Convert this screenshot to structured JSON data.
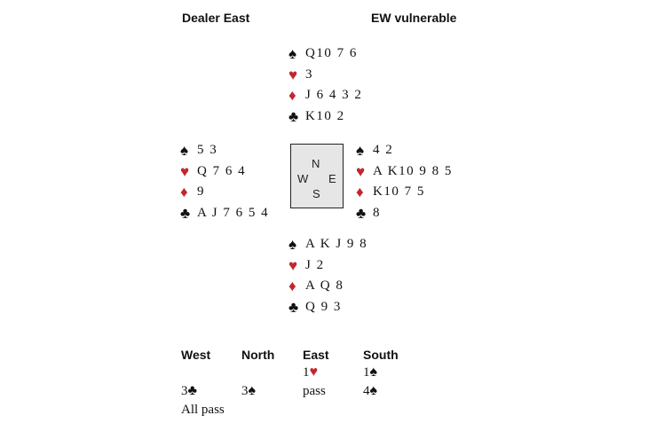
{
  "header": {
    "dealer": "Dealer East",
    "vulnerability": "EW vulnerable"
  },
  "compass": {
    "north": "N",
    "west": "W",
    "east": "E",
    "south": "S"
  },
  "suit_glyphs": {
    "spades": "♠",
    "hearts": "♥",
    "diamonds": "♦",
    "clubs": "♣"
  },
  "colors": {
    "black_suits": "#111111",
    "red_suits": "#c0272d",
    "table": "#e6e6e6"
  },
  "hands": {
    "north": {
      "spades": "Q10 7  6",
      "hearts": "3",
      "diamonds": "J  6  4  3  2",
      "clubs": "K10 2"
    },
    "west": {
      "spades": "5  3",
      "hearts": "Q 7  6  4",
      "diamonds": "9",
      "clubs": "A J  7  6 5 4"
    },
    "east": {
      "spades": "4  2",
      "hearts": "A K10 9  8 5",
      "diamonds": "K10 7  5",
      "clubs": "8"
    },
    "south": {
      "spades": "A K J  9  8",
      "hearts": "J  2",
      "diamonds": "A Q  8",
      "clubs": "Q  9  3"
    }
  },
  "auction": {
    "headers": [
      "West",
      "North",
      "East",
      "South"
    ],
    "rows": [
      [
        "",
        "",
        "1♥",
        "1♠"
      ],
      [
        "3♣",
        "3♠",
        "pass",
        "4♠"
      ],
      [
        "All pass",
        "",
        "",
        ""
      ]
    ]
  }
}
